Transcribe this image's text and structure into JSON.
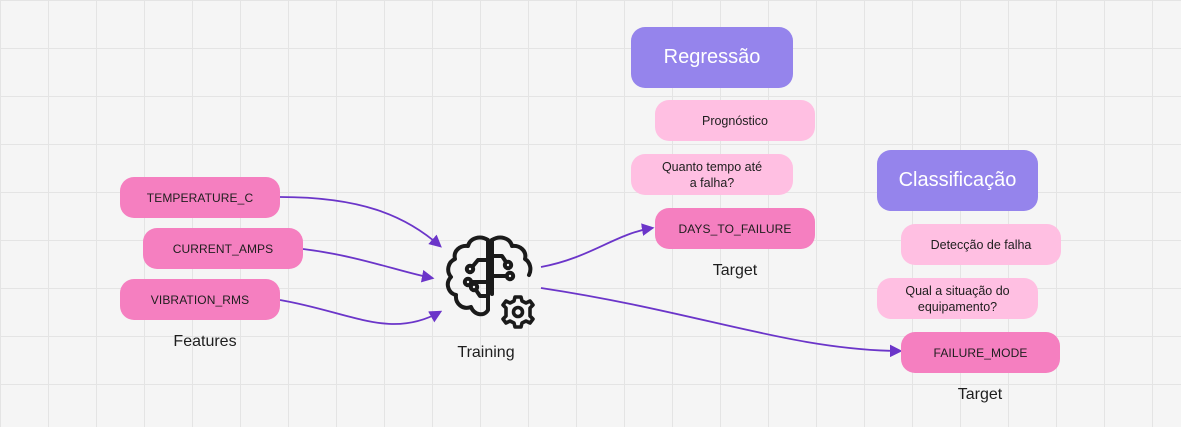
{
  "features": {
    "items": [
      "TEMPERATURE_C",
      "CURRENT_AMPS",
      "VIBRATION_RMS"
    ],
    "caption": "Features"
  },
  "training": {
    "caption": "Training",
    "icon": "brain-gear-icon"
  },
  "regression": {
    "title": "Regressão",
    "category": "Prognóstico",
    "question": "Quanto tempo até a falha?",
    "target": "DAYS_TO_FAILURE",
    "target_caption": "Target"
  },
  "classification": {
    "title": "Classificação",
    "category": "Detecção de falha",
    "question": "Qual a situação do equipamento?",
    "target": "FAILURE_MODE",
    "target_caption": "Target"
  },
  "colors": {
    "header": "#9584ec",
    "pill_dark": "#f57fc0",
    "pill_light": "#ffbfe2",
    "arrow": "#6b35c9",
    "background": "#f5f5f5"
  }
}
